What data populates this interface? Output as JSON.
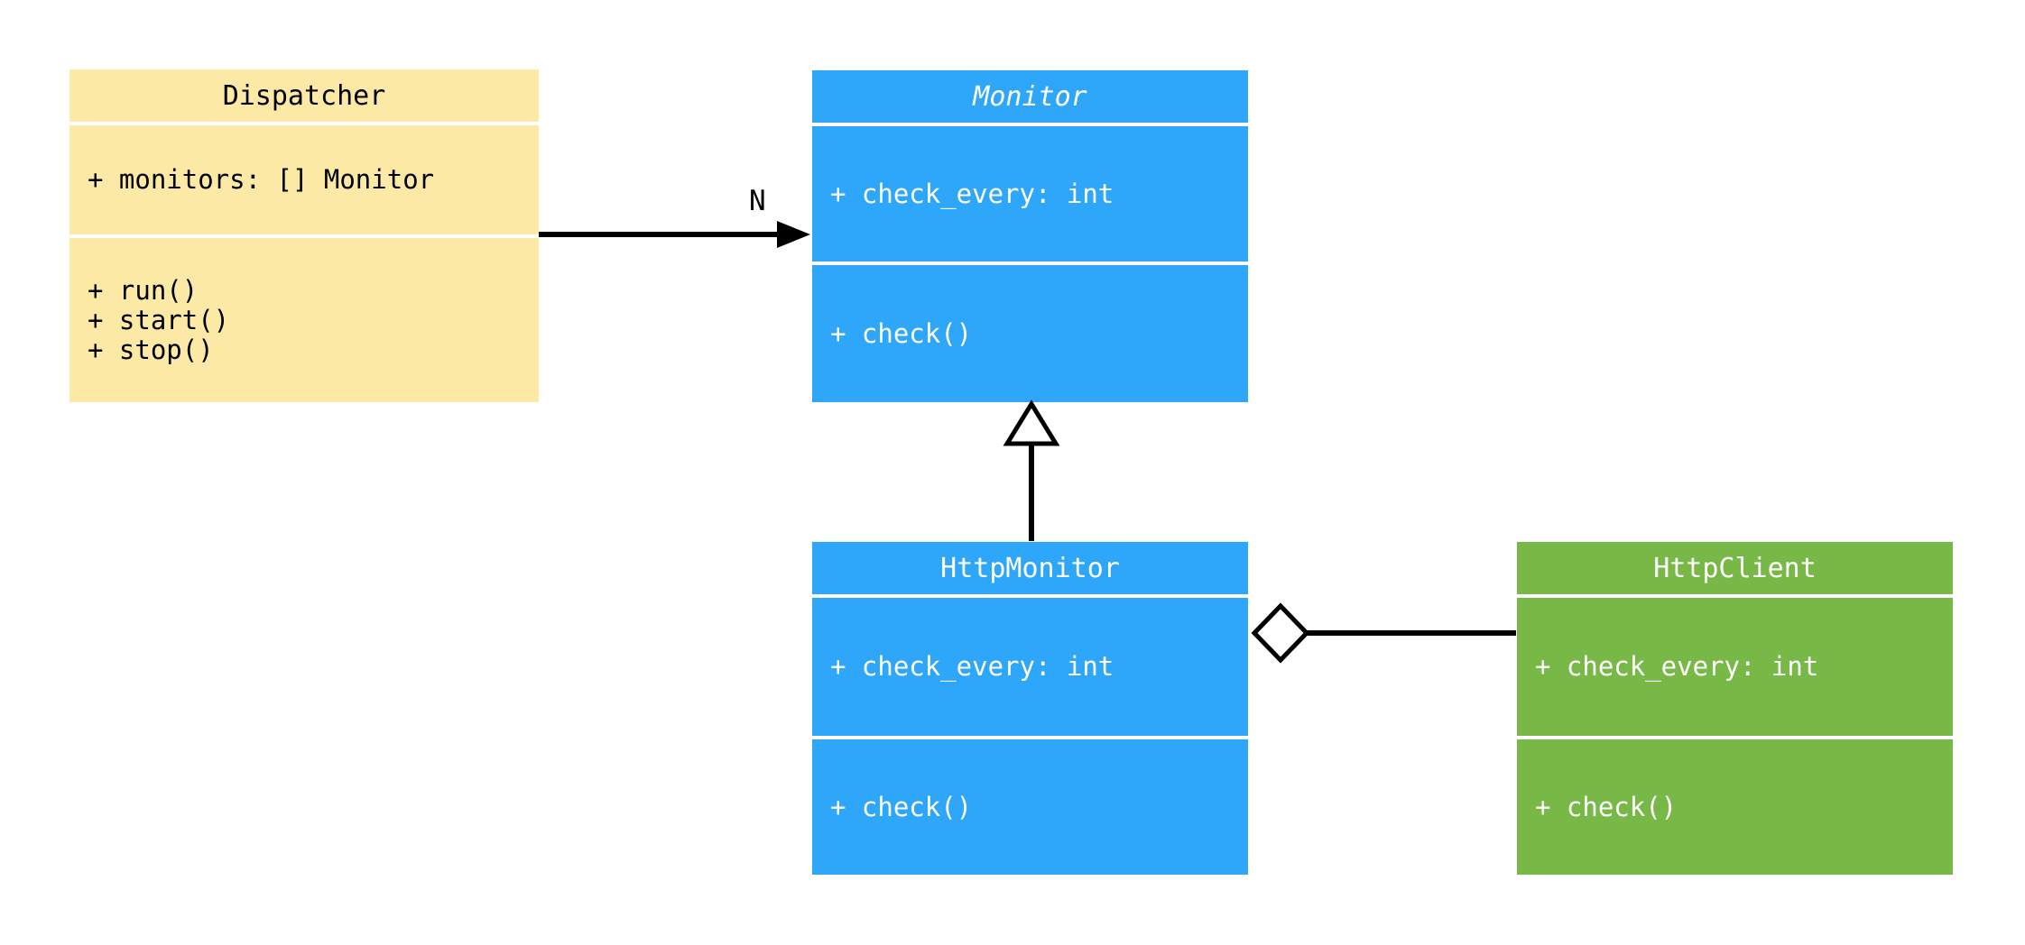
{
  "diagram_type": "uml-class-diagram",
  "colors": {
    "node-yellow": "#FCE9A6",
    "node-blue": "#2EA6F9",
    "node-green": "#77B847",
    "edge": "#000000",
    "text-dark": "#000000",
    "text-light": "#FFFFFF"
  },
  "classes": [
    {
      "name": "Dispatcher",
      "abstract": false,
      "attributes": [
        "+ monitors: [] Monitor"
      ],
      "methods": [
        "+ run()",
        "+ start()",
        "+ stop()"
      ]
    },
    {
      "name": "Monitor",
      "abstract": true,
      "attributes": [
        "+ check_every: int"
      ],
      "methods": [
        "+ check()"
      ]
    },
    {
      "name": "HttpMonitor",
      "abstract": false,
      "attributes": [
        "+ check_every: int"
      ],
      "methods": [
        "+ check()"
      ]
    },
    {
      "name": "HttpClient",
      "abstract": false,
      "attributes": [
        "+ check_every: int"
      ],
      "methods": [
        "+ check()"
      ]
    }
  ],
  "relationships": [
    {
      "type": "directed-association",
      "from": "Dispatcher",
      "to": "Monitor",
      "multiplicity": "N"
    },
    {
      "type": "generalization",
      "from": "HttpMonitor",
      "to": "Monitor",
      "multiplicity": ""
    },
    {
      "type": "aggregation",
      "from": "HttpMonitor",
      "to": "HttpClient",
      "multiplicity": ""
    }
  ]
}
